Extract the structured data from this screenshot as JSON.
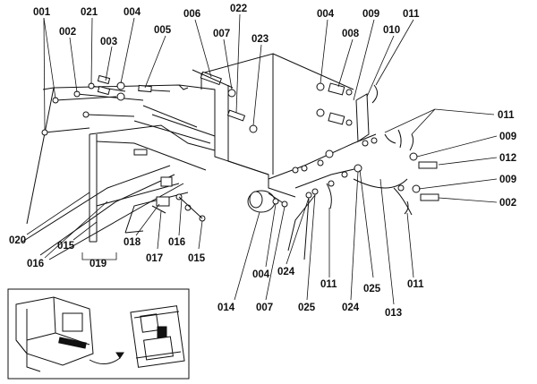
{
  "callouts": {
    "c001": "001",
    "c002a": "002",
    "c003": "003",
    "c021": "021",
    "c004a": "004",
    "c005": "005",
    "c006": "006",
    "c007a": "007",
    "c022": "022",
    "c023": "023",
    "c004b": "004",
    "c008": "008",
    "c009a": "009",
    "c010": "010",
    "c011a": "011",
    "c011b": "011",
    "c009b": "009",
    "c012": "012",
    "c009c": "009",
    "c002b": "002",
    "c020": "020",
    "c016a": "016",
    "c015a": "015",
    "c019": "019",
    "c018": "018",
    "c017": "017",
    "c016b": "016",
    "c015b": "015",
    "c014": "014",
    "c004c": "004",
    "c007b": "007",
    "c024a": "024",
    "c025a": "025",
    "c011c": "011",
    "c024b": "024",
    "c025b": "025",
    "c013": "013",
    "c011d": "011"
  },
  "colors": {
    "ink": "#111111",
    "paper": "#ffffff"
  }
}
